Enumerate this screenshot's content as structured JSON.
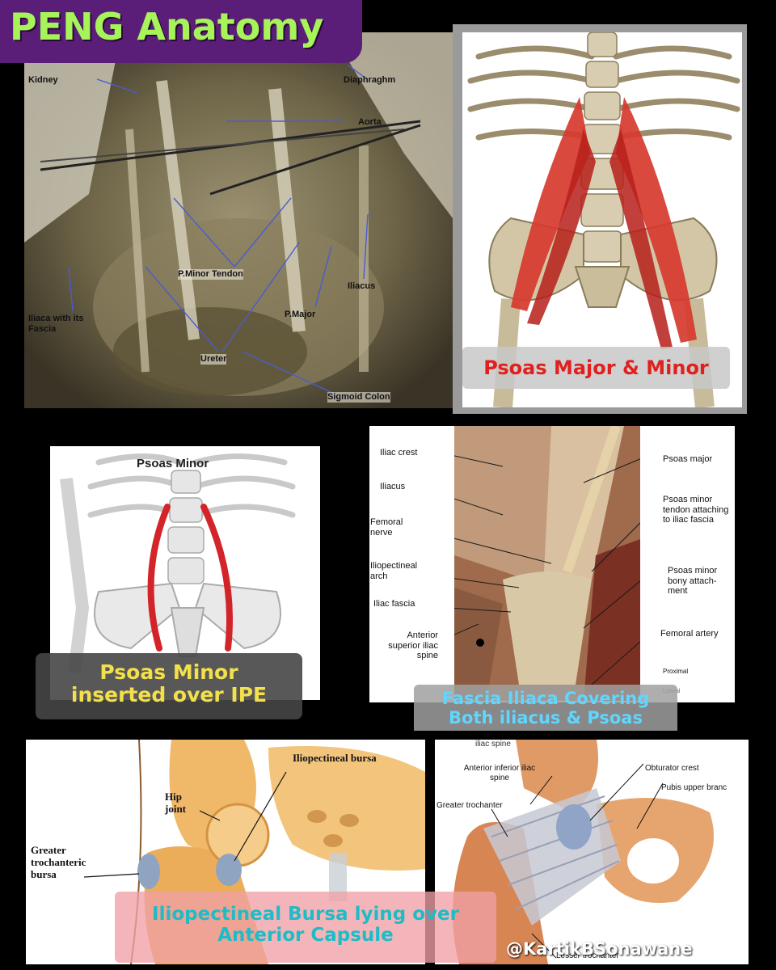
{
  "title": "PENG Anatomy",
  "colors": {
    "title_text": "#a6f35a",
    "title_bg": "#5b1e78",
    "red_banner_text": "#e0201e",
    "yellow_banner_text": "#f3e04a",
    "cyan_banner_text": "#5fd6ff",
    "teal_banner_text": "#1dbcc6"
  },
  "panel1": {
    "labels": {
      "kidney": "Kidney",
      "diaphragm": "Diaphraghm",
      "aorta": "Aorta",
      "pminor_tendon": "P.Minor Tendon",
      "iliacus": "Iliacus",
      "iliaca_fascia": "Iliaca with its Fascia",
      "pmajor": "P.Major",
      "ureter": "Ureter",
      "sigmoid": "Sigmoid Colon"
    }
  },
  "panel2": {
    "banner": "Psoas Major & Minor"
  },
  "panel3": {
    "top_label": "Psoas Minor",
    "banner_line1": "Psoas Minor",
    "banner_line2": "inserted over IPE"
  },
  "panel4": {
    "labels": {
      "iliac_crest": "Iliac crest",
      "iliacus": "Iliacus",
      "femoral_nerve": "Femoral nerve",
      "iliopectineal_arch": "Iliopectineal arch",
      "iliac_fascia": "Iliac fascia",
      "asis": "Anterior superior iliac spine",
      "psoas_major": "Psoas major",
      "psoas_minor_tendon": "Psoas minor tendon attaching to iliac fascia",
      "psoas_minor_bony": "Psoas minor bony attach- ment",
      "femoral_artery": "Femoral artery",
      "proximal": "Proximal",
      "lateral": "Lateral"
    },
    "banner_line1": "Fascia Iliaca Covering",
    "banner_line2": "Both iliacus & Psoas"
  },
  "panel5": {
    "labels": {
      "iliopectineal_bursa": "Iliopectineal bursa",
      "hip_joint": "Hip joint",
      "gt_bursa": "Greater trochanteric bursa"
    }
  },
  "panel6": {
    "labels": {
      "iliac_spine": "iliac spine",
      "aiis": "Anterior inferior iliac spine",
      "obturator_crest": "Obturator crest",
      "pubis_upper": "Pubis upper branc",
      "greater_trochanter": "Greater trochanter",
      "lesser_trochanter": "Lesser trochanter"
    }
  },
  "bottom_banner": {
    "line1": "Iliopectineal Bursa lying over",
    "line2": "Anterior Capsule"
  },
  "handle": "@KartikBSonawane"
}
